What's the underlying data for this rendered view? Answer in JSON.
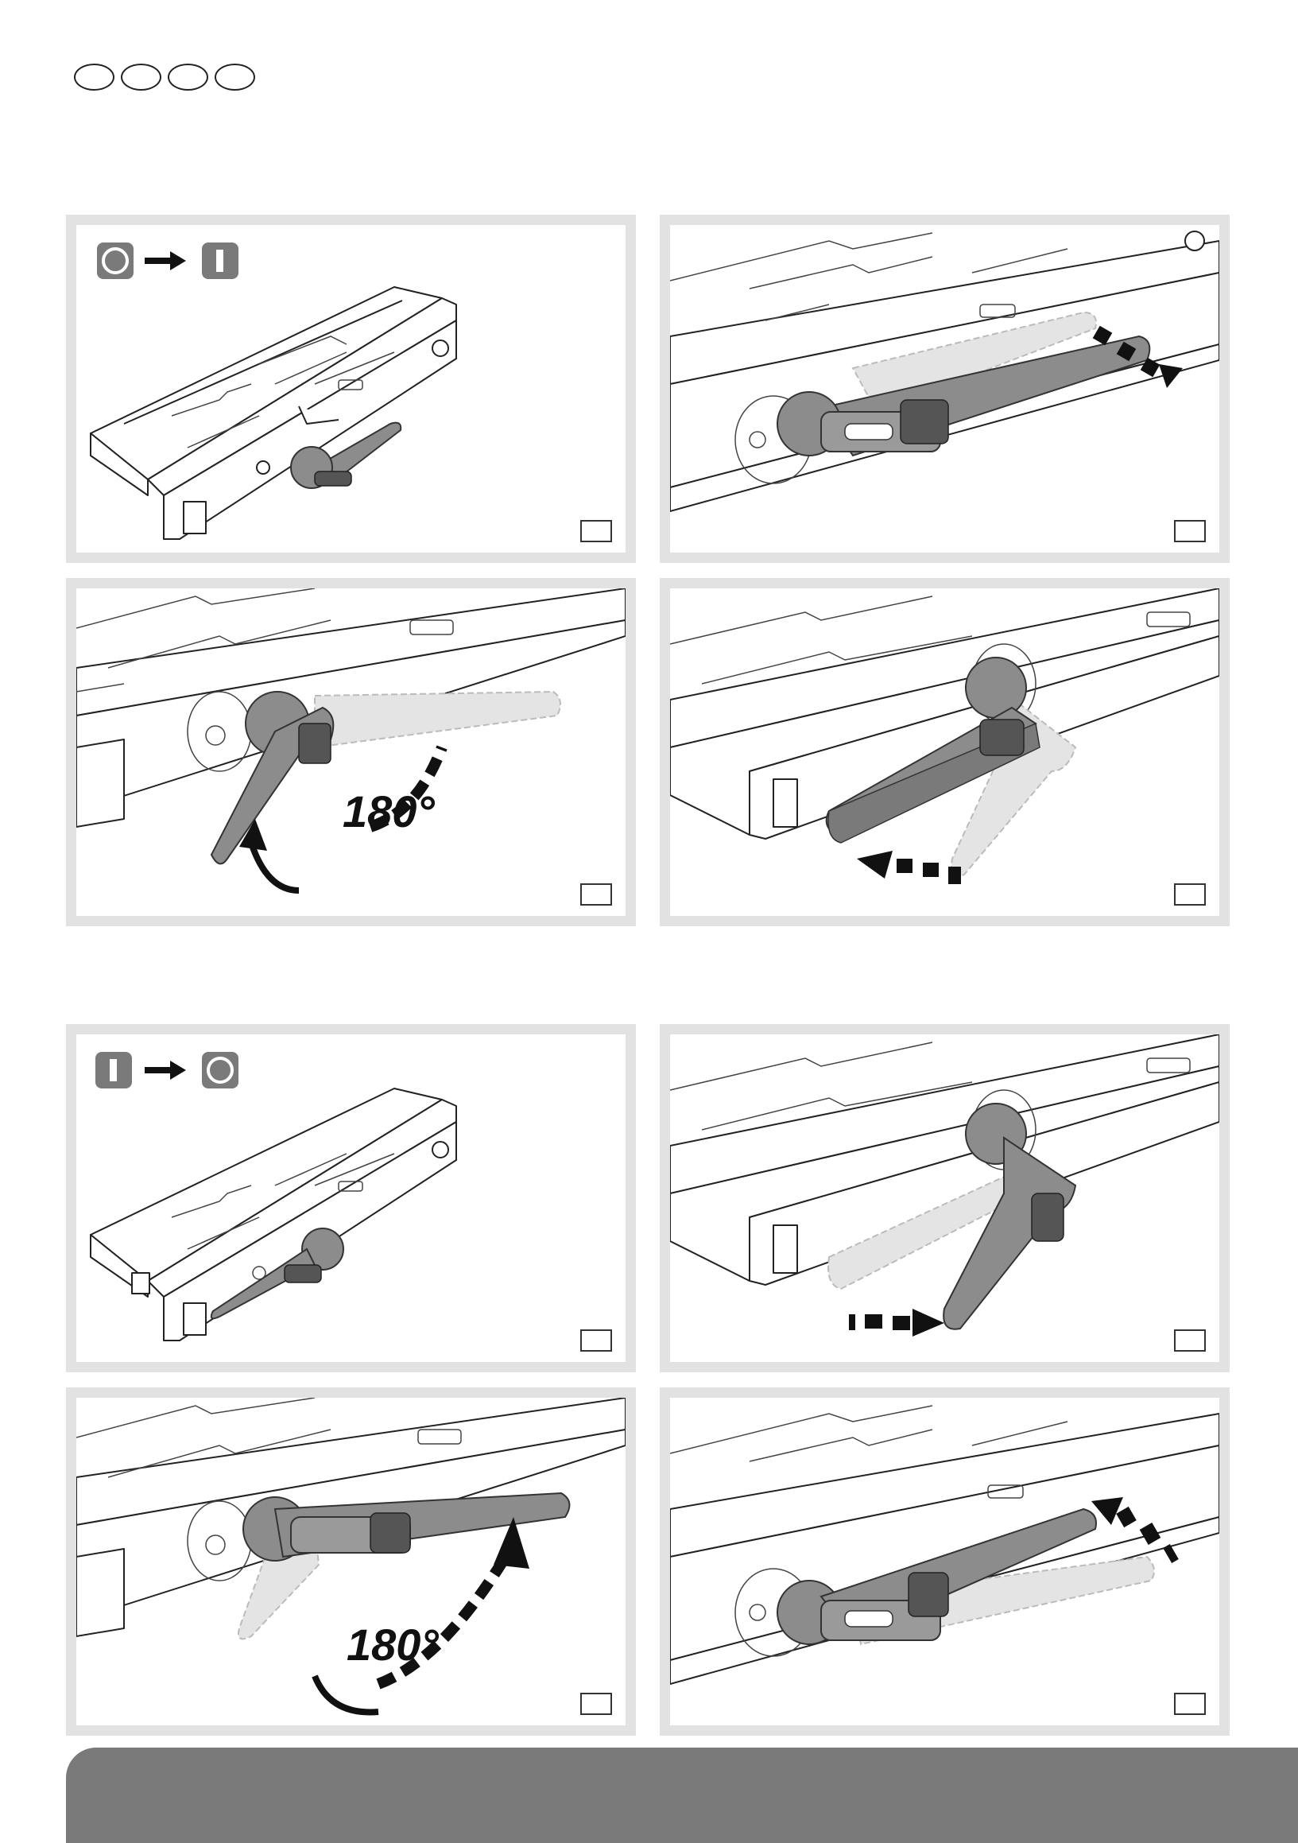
{
  "page": {
    "language_ovals": [
      "lang-1",
      "lang-2",
      "lang-3",
      "lang-4"
    ],
    "colors": {
      "panel_frame": "#e2e2e2",
      "handle": "#8c8c8c",
      "handle_dark": "#555555",
      "ghost": "#d6d6d6",
      "footer": "#7a7a7a",
      "arrow": "#111111"
    }
  },
  "sequences": [
    {
      "name": "off-to-on",
      "state_from_icon": "circle-o-icon",
      "state_to_icon": "bar-i-icon",
      "panels": [
        {
          "step": "handle-stowed",
          "annotation": ""
        },
        {
          "step": "pull-handle-out",
          "annotation": ""
        },
        {
          "step": "rotate-handle",
          "annotation": "180°"
        },
        {
          "step": "push-handle-back",
          "annotation": ""
        }
      ]
    },
    {
      "name": "on-to-off",
      "state_from_icon": "bar-i-icon",
      "state_to_icon": "circle-o-icon",
      "panels": [
        {
          "step": "handle-stowed",
          "annotation": ""
        },
        {
          "step": "pull-handle-out",
          "annotation": ""
        },
        {
          "step": "rotate-handle",
          "annotation": "180°"
        },
        {
          "step": "push-handle-back",
          "annotation": ""
        }
      ]
    }
  ]
}
